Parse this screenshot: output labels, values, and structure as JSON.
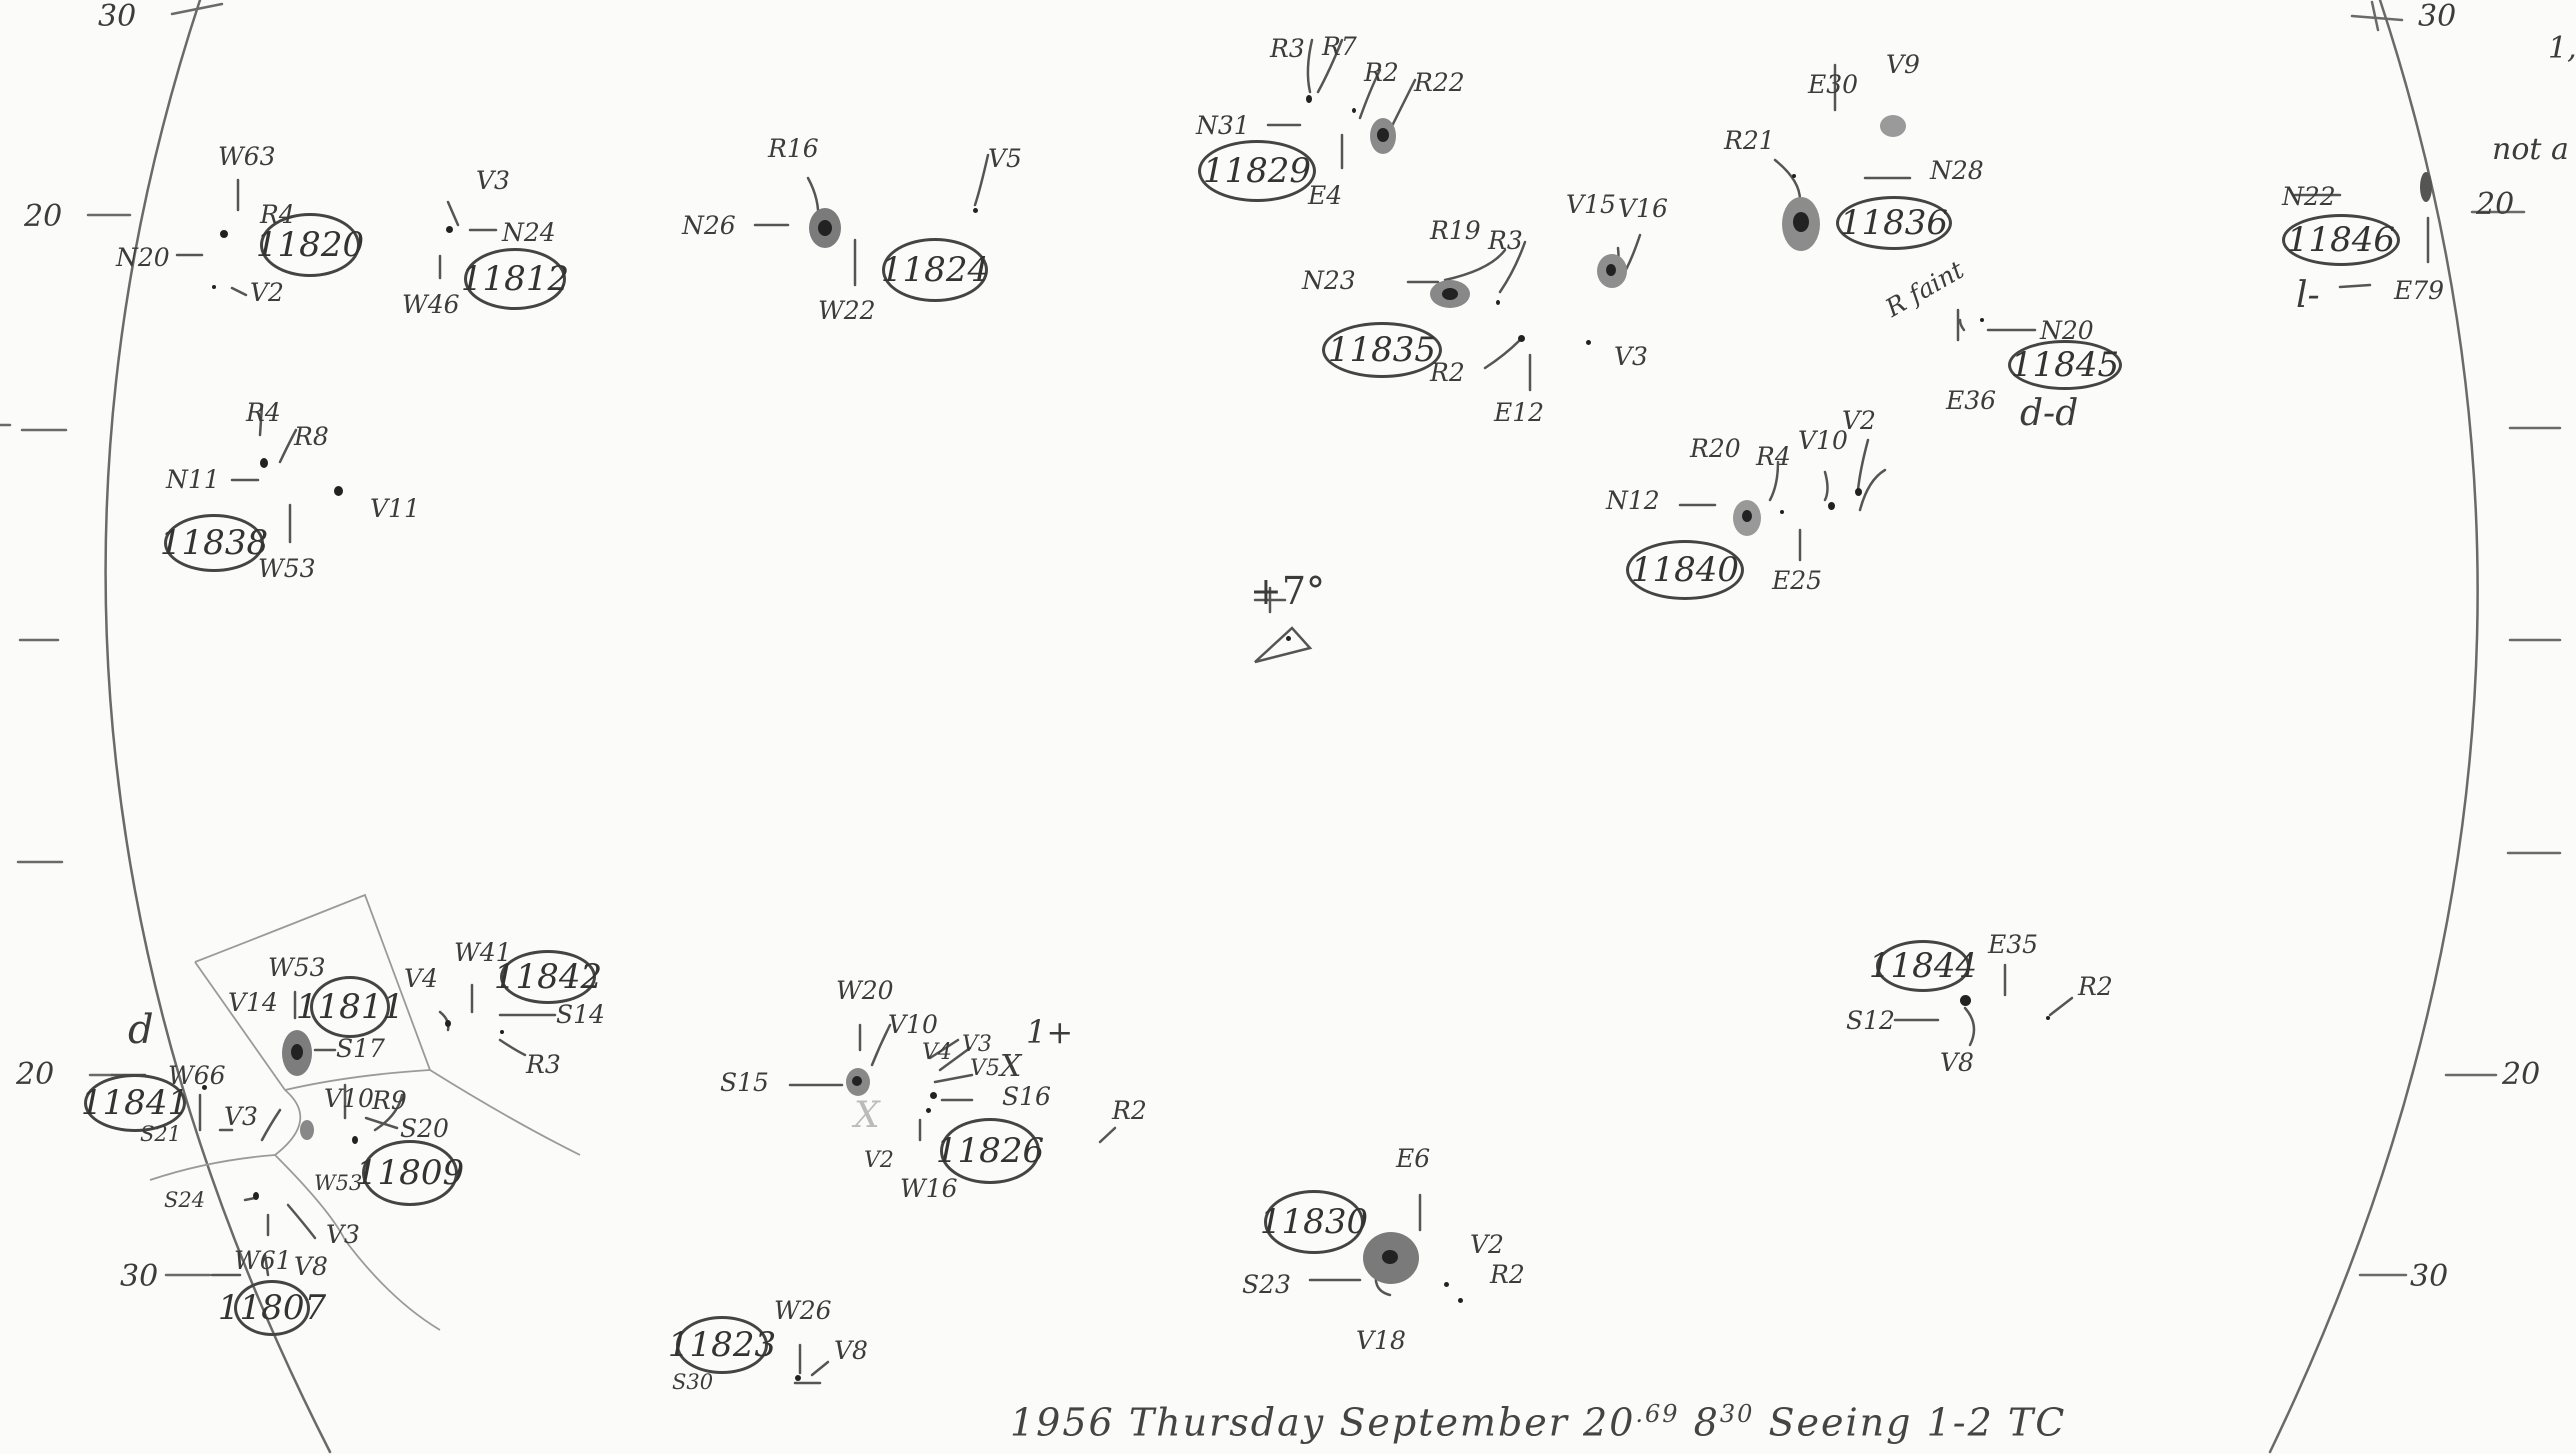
{
  "scale_labels": {
    "left_30_top": "30",
    "left_20_top": "20",
    "left_20_bottom": "20",
    "left_30_bottom": "30",
    "right_30_top": "30",
    "right_20_top": "20",
    "right_20_bottom": "20",
    "right_30_bottom": "30",
    "right_edge_note": "not a",
    "right_edge_mark": "1,"
  },
  "center_mark": "+7°",
  "groups": [
    {
      "number": "11820",
      "labels": {
        "lat": "N20",
        "lon": "W63",
        "r": "R4",
        "v": "V2"
      }
    },
    {
      "number": "11812",
      "labels": {
        "lat": "N24",
        "lon": "W46",
        "v": "V3"
      }
    },
    {
      "number": "11824",
      "labels": {
        "lat": "N26",
        "lon": "W22",
        "r": "R16",
        "v": "V5"
      }
    },
    {
      "number": "11829",
      "labels": {
        "lat": "N31",
        "lon": "E4",
        "r1": "R3",
        "r2": "R7",
        "r3": "R2",
        "r4": "R22"
      }
    },
    {
      "number": "11835",
      "labels": {
        "lat": "N23",
        "lon": "E12",
        "r1": "R19",
        "r2": "R3",
        "r3": "R2",
        "v1": "V15",
        "v2": "V16",
        "v3": "V3"
      }
    },
    {
      "number": "11836",
      "labels": {
        "lat": "N28",
        "lon": "E30",
        "r": "R21",
        "v": "V9"
      }
    },
    {
      "number": "11845",
      "labels": {
        "lat": "N20",
        "lon": "E36",
        "r": "R faint",
        "note": "d-d"
      }
    },
    {
      "number": "11846",
      "labels": {
        "lat": "N22",
        "lon": "E79",
        "note": "l-"
      }
    },
    {
      "number": "11838",
      "labels": {
        "lat": "N11",
        "lon": "W53",
        "r1": "R4",
        "r2": "R8",
        "v": "V11"
      }
    },
    {
      "number": "11840",
      "labels": {
        "lat": "N12",
        "lon": "E25",
        "r1": "R20",
        "r2": "R4",
        "v1": "V10",
        "v2": "V2"
      }
    },
    {
      "number": "11811",
      "labels": {
        "lat": "S17",
        "lon": "W53",
        "v": "V14"
      }
    },
    {
      "number": "11842",
      "labels": {
        "lat": "S14",
        "lon": "W41",
        "v": "V4",
        "r": "R3"
      }
    },
    {
      "number": "11841",
      "labels": {
        "lat": "S21",
        "lon": "W66",
        "v": "V3",
        "note": "d"
      }
    },
    {
      "number": "11809",
      "labels": {
        "lat": "S20",
        "lon": "W53",
        "v": "V10",
        "r": "R9"
      }
    },
    {
      "number": "11807",
      "labels": {
        "lat": "S24",
        "lon": "W61",
        "v1": "V3",
        "v2": "V8"
      }
    },
    {
      "number": "11826",
      "labels": {
        "lat1": "S15",
        "lat2": "S16",
        "lon1": "W20",
        "lon2": "W16",
        "v1": "V10",
        "v2": "V4",
        "v3": "V3",
        "v4": "V5",
        "v5": "V2",
        "r": "R2",
        "x1": "X",
        "x2": "X",
        "plus": "1+"
      }
    },
    {
      "number": "11823",
      "labels": {
        "lat": "S30",
        "lon": "W26",
        "v": "V8"
      }
    },
    {
      "number": "11830",
      "labels": {
        "lat": "S23",
        "lon": "E6",
        "v1": "V18",
        "v2": "V2",
        "r": "R2"
      }
    },
    {
      "number": "11844",
      "labels": {
        "lat": "S12",
        "lon": "E35",
        "v": "V8",
        "r": "R2"
      }
    }
  ],
  "footer": {
    "year": "1956",
    "weekday": "Thursday",
    "month": "September",
    "day": "20",
    "day_frac": ".69",
    "time": "8",
    "time_sup": "30",
    "seeing_label": "Seeing",
    "seeing_value": "1-2",
    "observer": "TC"
  }
}
